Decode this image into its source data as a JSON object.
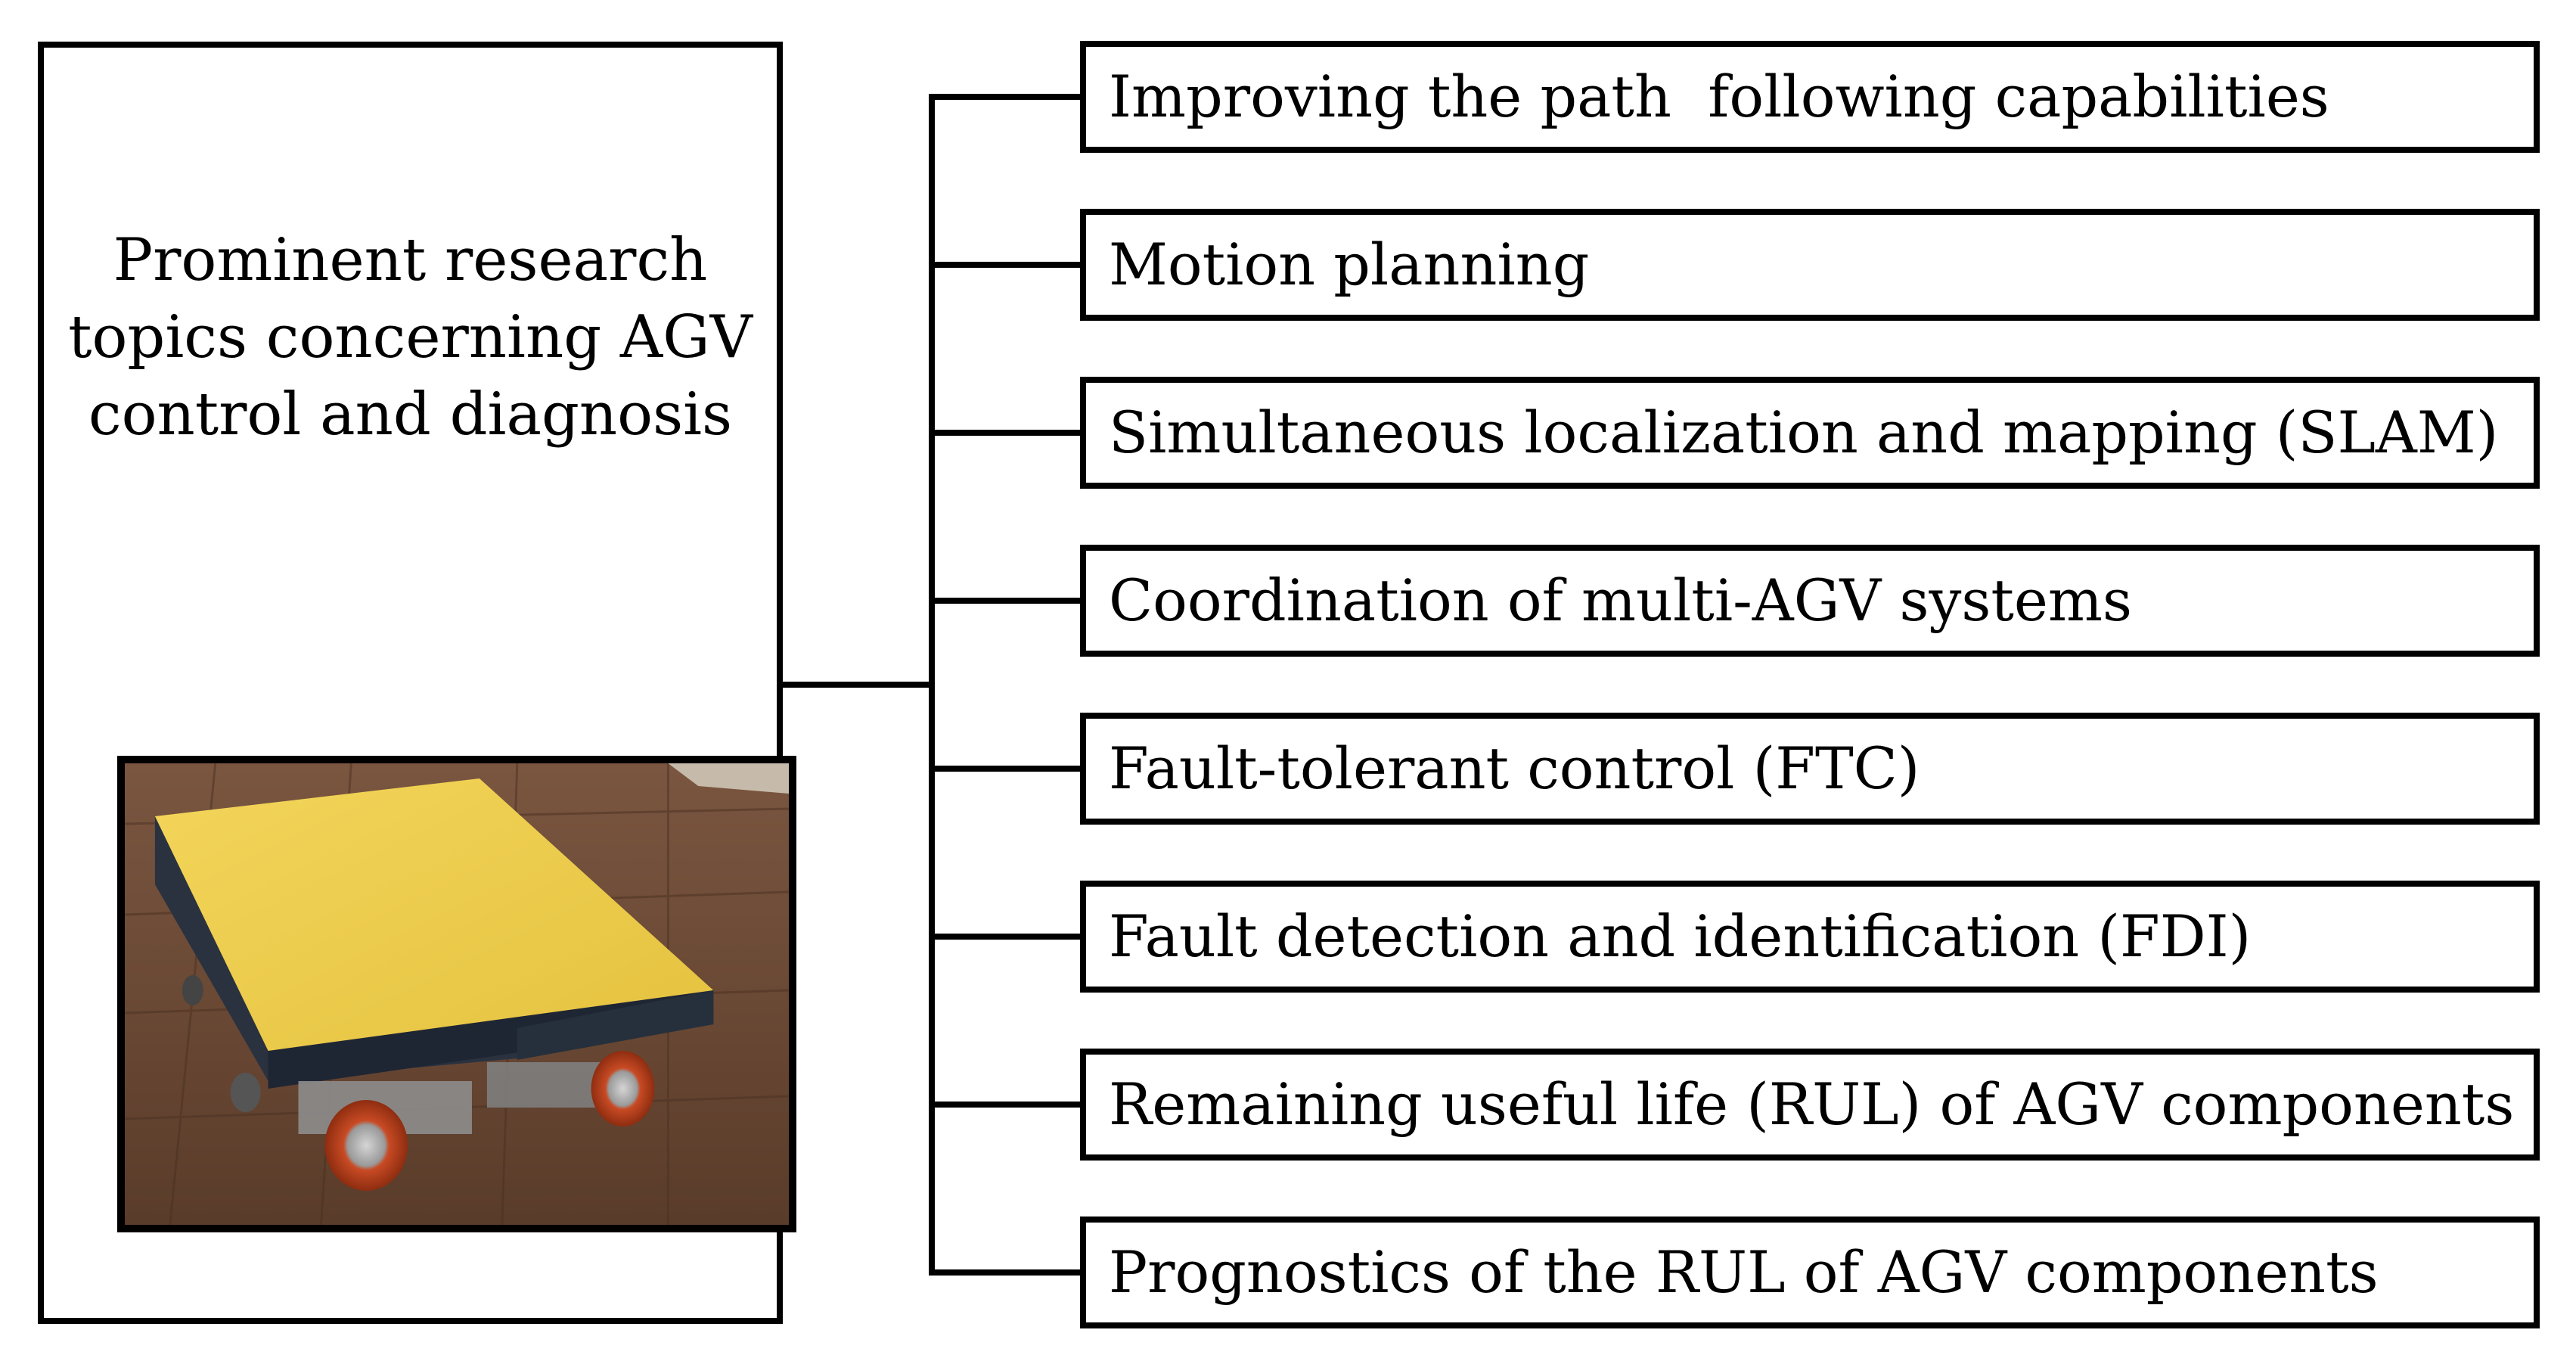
{
  "diagram": {
    "left_title": "Prominent research\ntopics concerning AGV\ncontrol and diagnosis",
    "photo": {
      "subject": "AGV vehicle with yellow top platform and orange wheels"
    },
    "topics": [
      {
        "label": "Improving the path  following capabilities"
      },
      {
        "label": "Motion planning"
      },
      {
        "label": "Simultaneous localization and mapping (SLAM)"
      },
      {
        "label": "Coordination of multi-AGV systems"
      },
      {
        "label": "Fault-tolerant control (FTC)"
      },
      {
        "label": "Fault detection and identification (FDI)"
      },
      {
        "label": "Remaining useful life (RUL) of AGV components"
      },
      {
        "label": "Prognostics of the RUL of AGV components"
      }
    ]
  }
}
